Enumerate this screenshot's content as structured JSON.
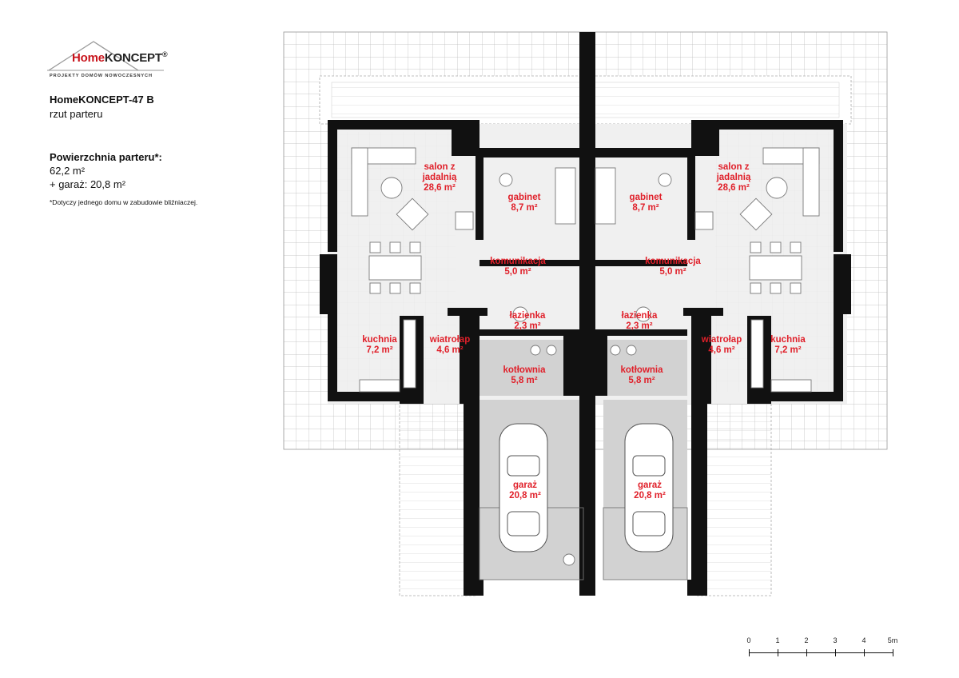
{
  "logo": {
    "brand_home": "Home",
    "brand_koncept": "KONCEPT",
    "registered": "®",
    "tagline": "PROJEKTY DOMÓW NOWOCZESNYCH"
  },
  "project": {
    "title": "HomeKONCEPT-47 B",
    "subtitle": "rzut parteru"
  },
  "area": {
    "label": "Powierzchnia parteru*:",
    "value": "62,2 m²",
    "garage": "+ garaż: 20,8 m²",
    "note": "*Dotyczy jednego domu w zabudowie bliźniaczej."
  },
  "rooms": {
    "salon": [
      "salon z",
      "jadalnią",
      "28,6 m²"
    ],
    "gabinet": [
      "gabinet",
      "8,7 m²"
    ],
    "komunikacja": [
      "komunikacja",
      "5,0 m²"
    ],
    "lazienka": [
      "łazienka",
      "2,3 m²"
    ],
    "kuchnia": [
      "kuchnia",
      "7,2 m²"
    ],
    "wiatrolap": [
      "wiatrołap",
      "4,6 m²"
    ],
    "kotlownia": [
      "kotłownia",
      "5,8 m²"
    ],
    "garaz": [
      "garaż",
      "20,8 m²"
    ]
  },
  "scale": {
    "labels": [
      "0",
      "1",
      "2",
      "3",
      "4",
      "5m"
    ]
  },
  "colors": {
    "wall": "#111111",
    "room_label": "#e0202a",
    "garage_floor": "#d2d2d2",
    "interior_floor": "#f0f0f0",
    "roof_grid": "#b9b9b9",
    "brand_red": "#c8141c"
  }
}
